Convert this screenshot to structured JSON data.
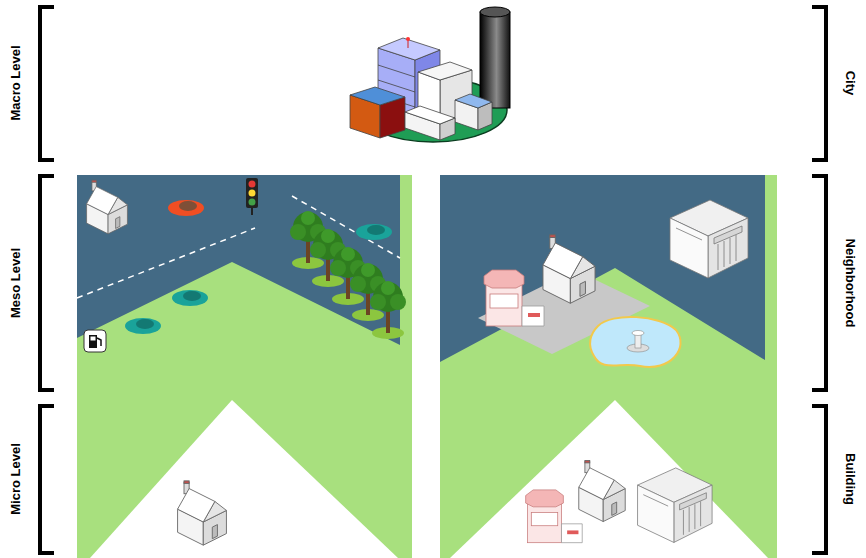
{
  "diagram": {
    "labels": [
      "Macro Level",
      "Meso Level",
      "Micro Level",
      "City",
      "Neighborhood",
      "Building"
    ]
  }
}
